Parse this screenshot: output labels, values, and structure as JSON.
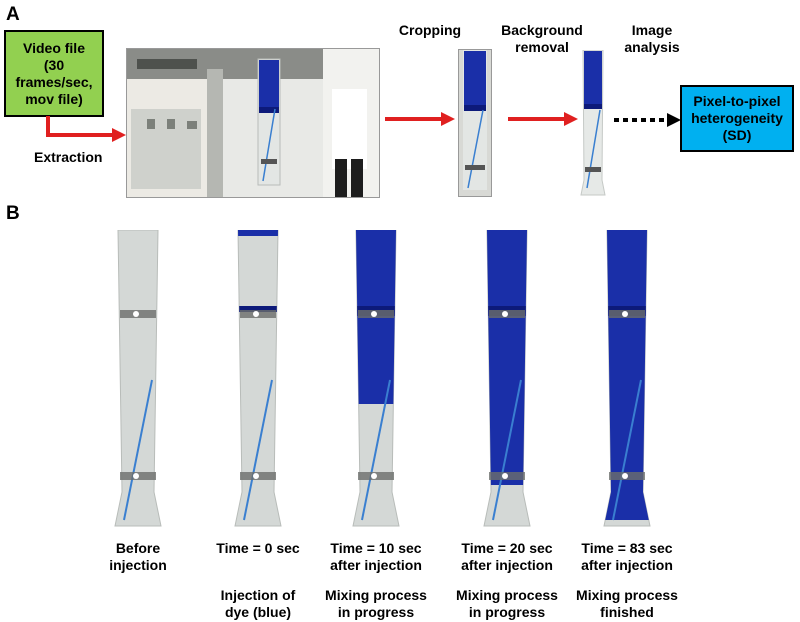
{
  "panel_a": {
    "letter": "A",
    "video_box": {
      "label": "Video file\n(30\nframes/sec,\nmov file)",
      "color": "#92d050"
    },
    "extraction_label": "Extraction",
    "steps": [
      {
        "label": "Cropping"
      },
      {
        "label": "Background\nremoval"
      },
      {
        "label": "Image\nanalysis"
      }
    ],
    "result_box": {
      "label": "Pixel-to-pixel\nheterogeneity\n(SD)",
      "color": "#00b0f0"
    },
    "arrow_color": "#e02020"
  },
  "panel_b": {
    "letter": "B",
    "tubes": [
      {
        "time": "Before\ninjection",
        "description": "",
        "dye_fill": 0
      },
      {
        "time": "Time = 0 sec",
        "description": "Injection of\ndye (blue)",
        "dye_fill": 0.02
      },
      {
        "time": "Time = 10 sec\nafter injection",
        "description": "Mixing process\nin progress",
        "dye_fill": 0.6
      },
      {
        "time": "Time = 20 sec\nafter injection",
        "description": "Mixing process\nin progress",
        "dye_fill": 0.88
      },
      {
        "time": "Time = 83 sec\nafter injection",
        "description": "Mixing process\nfinished",
        "dye_fill": 1.0
      }
    ]
  },
  "colors": {
    "dye": "#1a2fa8",
    "dye_dark": "#0d1a7a",
    "water": "#d4d8d6"
  }
}
